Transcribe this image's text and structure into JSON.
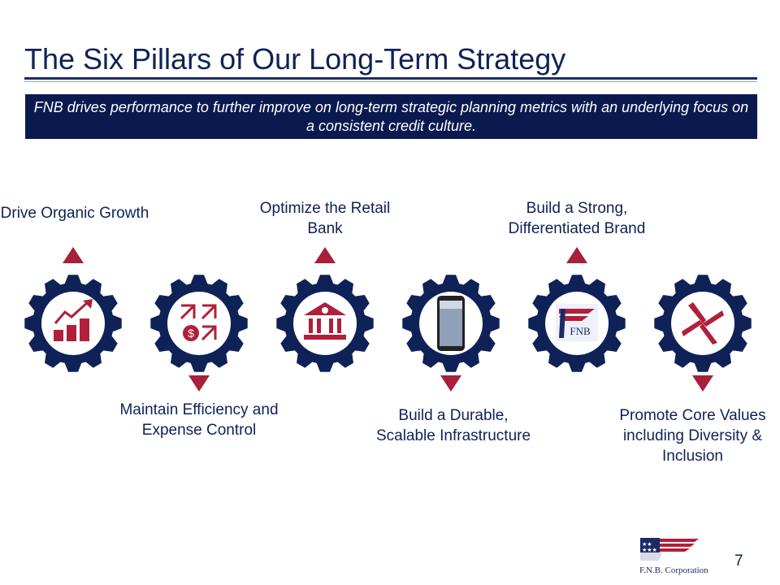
{
  "title": "The Six Pillars of Our Long-Term Strategy",
  "banner": "FNB drives performance to further improve on long-term strategic planning metrics with an underlying focus on a consistent credit culture.",
  "pillars": [
    {
      "label": "Drive Organic Growth",
      "icon": "growth-chart-icon"
    },
    {
      "label": "Maintain Efficiency and Expense Control",
      "icon": "dollar-arrows-icon"
    },
    {
      "label": "Optimize the Retail Bank",
      "icon": "bank-icon"
    },
    {
      "label": "Build a Durable, Scalable Infrastructure",
      "icon": "mobile-phone-icon"
    },
    {
      "label": "Build a Strong, Differentiated Brand",
      "icon": "fnb-logo-icon"
    },
    {
      "label": "Promote Core Values including Diversity & Inclusion",
      "icon": "hands-icon"
    }
  ],
  "logo_text": "F.N.B. Corporation",
  "page_number": "7",
  "colors": {
    "navy": "#0f2257",
    "red": "#a8203a"
  }
}
